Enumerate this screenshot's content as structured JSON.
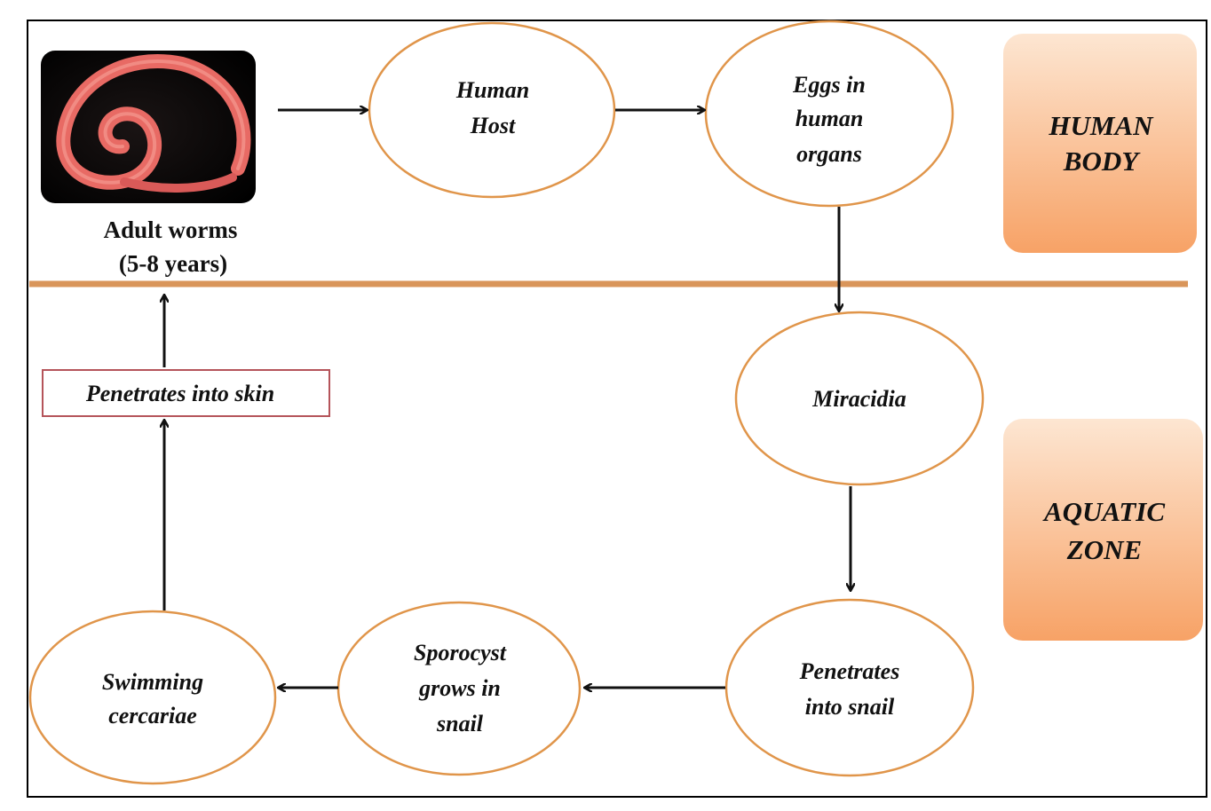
{
  "adult_worms": {
    "caption_line1": "Adult worms",
    "caption_line2": "(5-8 years)",
    "image_icon": "coiled-worm-photo"
  },
  "nodes": {
    "human_host": [
      "Human",
      "Host"
    ],
    "eggs": [
      "Eggs in",
      "human",
      "organs"
    ],
    "miracidia": [
      "Miracidia"
    ],
    "penetrates_snail": [
      "Penetrates",
      "into snail"
    ],
    "sporocyst": [
      "Sporocyst",
      "grows in",
      "snail"
    ],
    "cercariae": [
      "Swimming",
      "cercariae"
    ],
    "penetrates_skin": [
      "Penetrates into skin"
    ]
  },
  "zones": {
    "human_body": [
      "HUMAN",
      "BODY"
    ],
    "aquatic_zone": [
      "AQUATIC",
      "ZONE"
    ]
  },
  "colors": {
    "ellipse_stroke": "#e0954a",
    "divider": "#d9955a",
    "skin_box_stroke": "#b5545a",
    "zone_fill_top": "#fde3cc",
    "zone_fill_bottom": "#f8a467",
    "arrow": "#111111"
  }
}
